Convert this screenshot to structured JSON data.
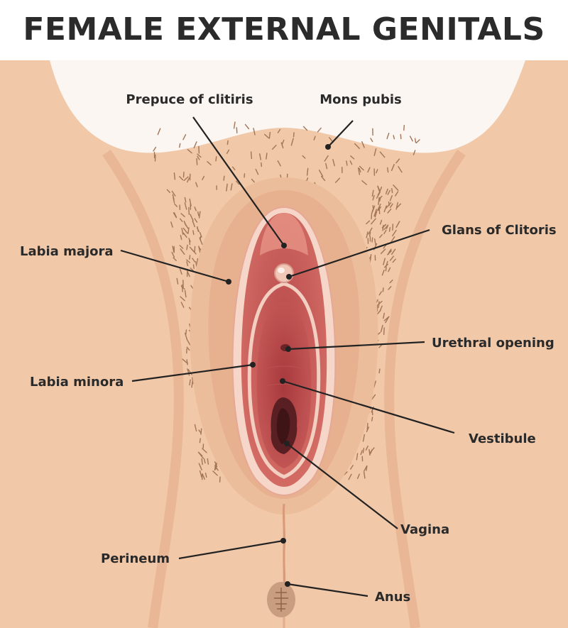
{
  "title": "FEMALE EXTERNAL GENITALS",
  "colors": {
    "skin": "#f1c8a8",
    "skin_shadow": "#e3ad8a",
    "background": "#ffffff",
    "mucosa": "#c75a58",
    "mucosa_dark": "#a63c3f",
    "mucosa_light": "#e99c90",
    "labia_minora_rim": "#f5d6c8",
    "opening": "#5a1f22",
    "hair": "#a27557",
    "text": "#2a2a2a",
    "line": "#222222"
  },
  "labels": {
    "prepuce": "Prepuce of clitiris",
    "mons": "Mons pubis",
    "labia_majora": "Labia majora",
    "glans": "Glans of Clitoris",
    "urethral": "Urethral opening",
    "labia_minora": "Labia minora",
    "vestibule": "Vestibule",
    "vagina": "Vagina",
    "perineum": "Perineum",
    "anus": "Anus"
  }
}
